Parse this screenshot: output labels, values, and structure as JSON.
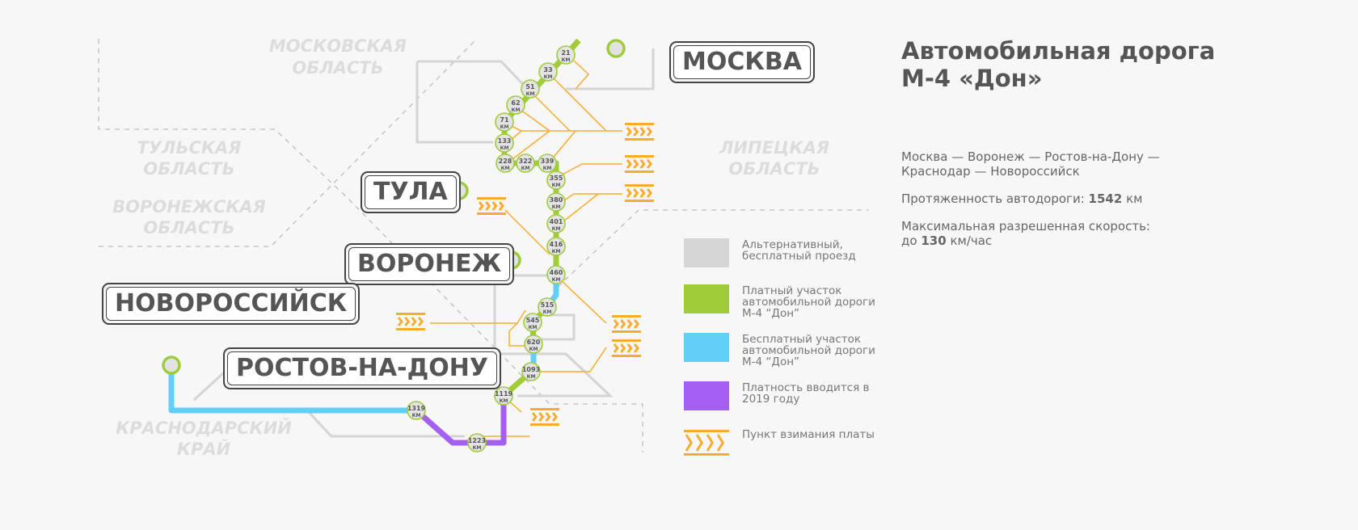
{
  "title": "Автомобильная дорога М-4 «Дон»",
  "route": "Москва — Воронеж — Ростов-на-Дону — Краснодар — Новороссийск",
  "length_label": "Протяженность автодороги:",
  "length_value": "1542",
  "length_unit": "км",
  "speed_label": "Максимальная разрешенная скорость:",
  "speed_prefix": "до",
  "speed_value": "130",
  "speed_unit": "км/час",
  "cities": {
    "moscow": "МОСКВА",
    "tula": "ТУЛА",
    "voronezh": "ВОРОНЕЖ",
    "novorossiysk": "НОВОРОССИЙСК",
    "rostov": "РОСТОВ-НА-ДОНУ"
  },
  "regions": {
    "moscow_1": "МОСКОВСКАЯ",
    "moscow_2": "ОБЛАСТЬ",
    "tula_1": "ТУЛЬСКАЯ",
    "tula_2": "ОБЛАСТЬ",
    "voronezh_1": "ВОРОНЕЖСКАЯ",
    "voronezh_2": "ОБЛАСТЬ",
    "lipetsk_1": "ЛИПЕЦКАЯ",
    "lipetsk_2": "ОБЛАСТЬ",
    "krasnodar_1": "КРАСНОДАРСКИЙ",
    "krasnodar_2": "КРАЙ"
  },
  "km_unit": "КМ",
  "markers": [
    "21",
    "33",
    "51",
    "62",
    "71",
    "133",
    "228",
    "322",
    "339",
    "355",
    "380",
    "401",
    "416",
    "460",
    "515",
    "545",
    "620",
    "1093",
    "1119",
    "1319",
    "1223"
  ],
  "legend": [
    {
      "label": "Альтернативный, бесплатный проезд",
      "color": "#d6d6d6"
    },
    {
      "label": "Платный участок автомобильной дороги М-4 “Дон”",
      "color": "#a0cc3a"
    },
    {
      "label": "Бесплатный участок автомобильной дороги М-4 “Дон”",
      "color": "#62cff8"
    },
    {
      "label": "Платность вводится в 2019 году",
      "color": "#a45ff2"
    },
    {
      "label": "Пункт взимания платы",
      "color": "#f9ab2e",
      "icon": "toll-chevrons-icon"
    }
  ]
}
